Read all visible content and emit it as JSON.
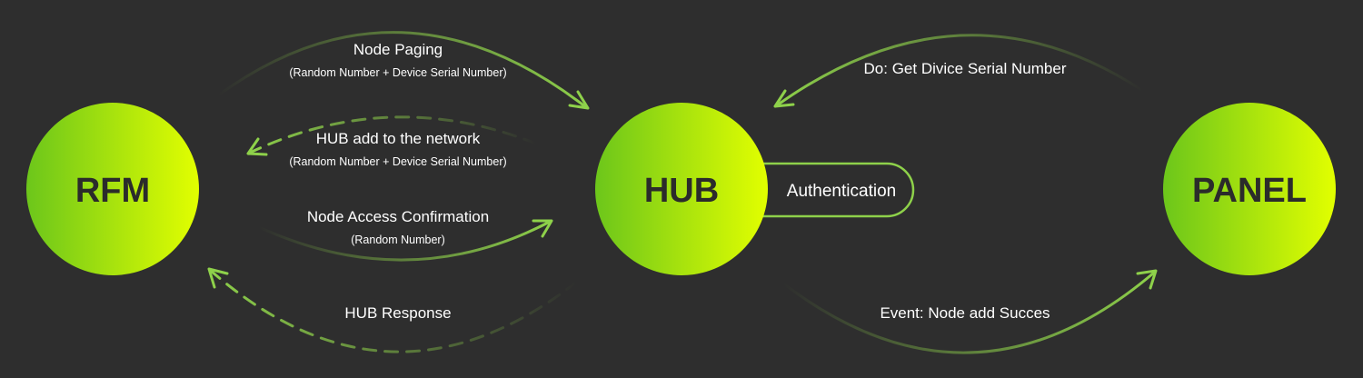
{
  "nodes": {
    "rfm": "RFM",
    "hub": "HUB",
    "panel": "PANEL"
  },
  "hub_tag": "Authentication",
  "messages": {
    "node_paging": {
      "title": "Node Paging",
      "detail": "(Random Number + Device Serial Number)"
    },
    "hub_add": {
      "title": "HUB add to the network",
      "detail": "(Random Number + Device Serial Number)"
    },
    "node_access": {
      "title": "Node Access Confirmation",
      "detail": "(Random Number)"
    },
    "hub_response": {
      "title": "HUB Response"
    },
    "get_serial": {
      "title": "Do: Get Divice Serial Number"
    },
    "node_add_event": {
      "title": "Event: Node add Succes"
    }
  },
  "colors": {
    "background": "#2e2e2e",
    "accent": "#8ed14a",
    "node_gradient_start": "#6cc61b",
    "node_gradient_end": "#e2ff00",
    "node_text": "#2b2b2b",
    "text": "#ffffff"
  }
}
